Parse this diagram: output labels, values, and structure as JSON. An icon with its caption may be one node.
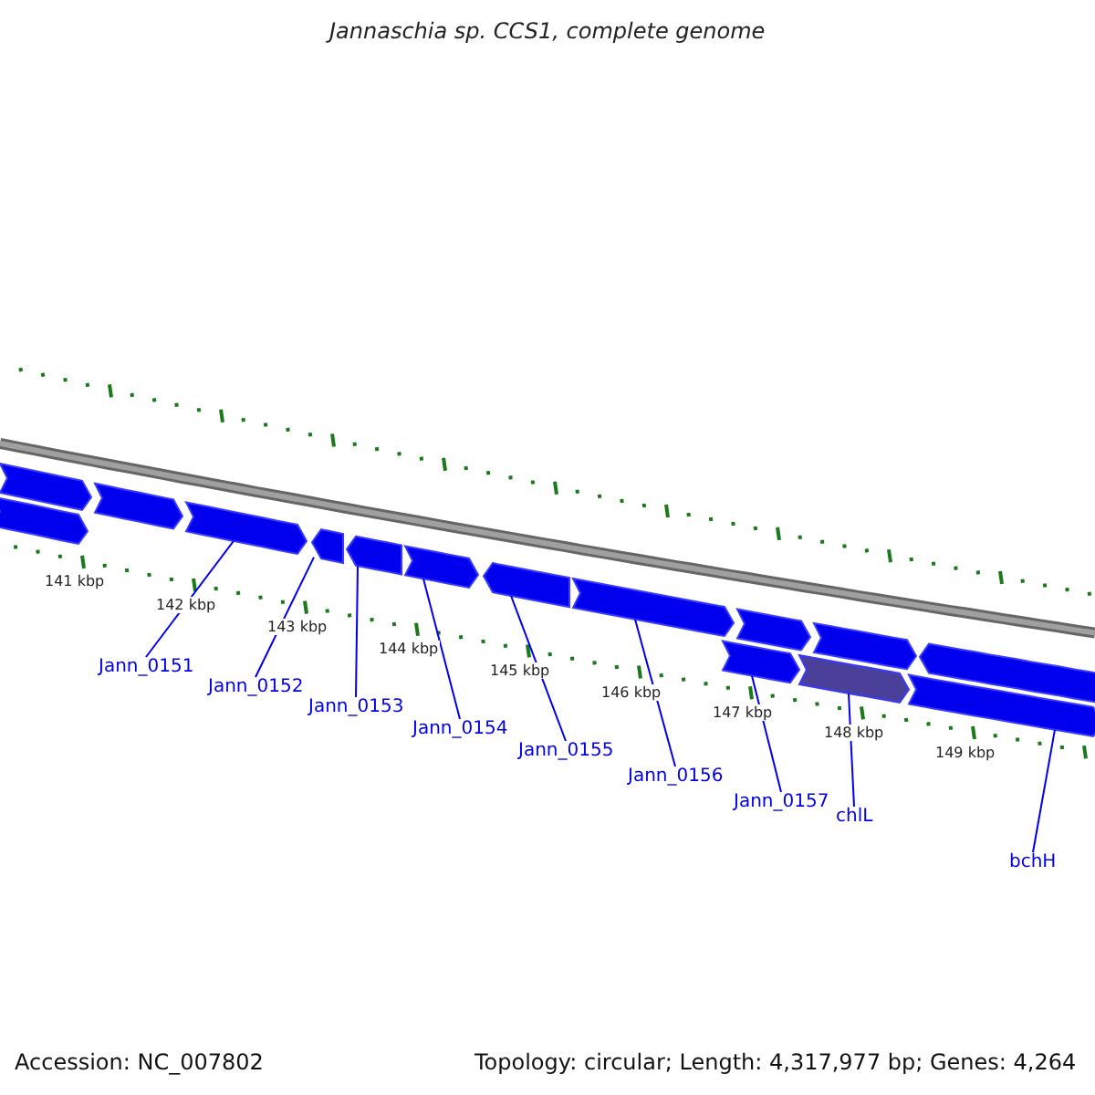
{
  "diagram": {
    "title": "Jannaschia sp. CCS1, complete genome",
    "nodes": [
      {
        "text": [
          "Jann_0151"
        ]
      },
      {
        "text": [
          "Jann_0152"
        ]
      },
      {
        "text": [
          "Jann_0153"
        ]
      },
      {
        "text": [
          "Jann_0154"
        ]
      },
      {
        "text": [
          "Jann_0155"
        ]
      },
      {
        "text": [
          "Jann_0156"
        ]
      },
      {
        "text": [
          "Jann_0157"
        ]
      },
      {
        "text": [
          "chlL"
        ]
      },
      {
        "text": [
          "bchH"
        ]
      },
      {
        "text": [],
        "shape": "bar"
      },
      {
        "text": [],
        "shape": "bar"
      },
      {
        "text": [],
        "shape": "bar"
      },
      {
        "text": [],
        "shape": "bar"
      },
      {
        "text": [],
        "shape": "bar"
      },
      {
        "text": [],
        "shape": "bar"
      },
      {
        "text": [],
        "shape": "bar"
      },
      {
        "text": [],
        "shape": "bar"
      },
      {
        "text": [],
        "shape": "bar"
      },
      {
        "text": [],
        "shape": "bar"
      },
      {
        "text": [],
        "shape": "bar"
      },
      {
        "text": [],
        "shape": "bar"
      },
      {
        "text": [],
        "shape": "bar"
      },
      {
        "text": [],
        "shape": "bar"
      },
      {
        "text": [],
        "shape": "bar"
      }
    ],
    "edges": [
      {
        "from": 0,
        "to": 11,
        "arrow": "none"
      },
      {
        "from": 1,
        "to": 12,
        "arrow": "none"
      },
      {
        "from": 2,
        "to": 13,
        "arrow": "none"
      },
      {
        "from": 3,
        "to": 14,
        "arrow": "none"
      },
      {
        "from": 4,
        "to": 15,
        "arrow": "none"
      },
      {
        "from": 5,
        "to": 16,
        "arrow": "none"
      },
      {
        "from": 6,
        "to": 21,
        "arrow": "none"
      },
      {
        "from": 7,
        "to": 22,
        "arrow": "none"
      },
      {
        "from": 8,
        "to": 23,
        "arrow": "none"
      }
    ],
    "labels": [
      "141 kbp",
      "142 kbp",
      "143 kbp",
      "144 kbp",
      "145 kbp",
      "146 kbp",
      "147 kbp",
      "148 kbp",
      "149 kbp",
      "Accession: NC_007802",
      "Topology: circular; Length: 4,317,977 bp; Genes: 4,264"
    ]
  }
}
